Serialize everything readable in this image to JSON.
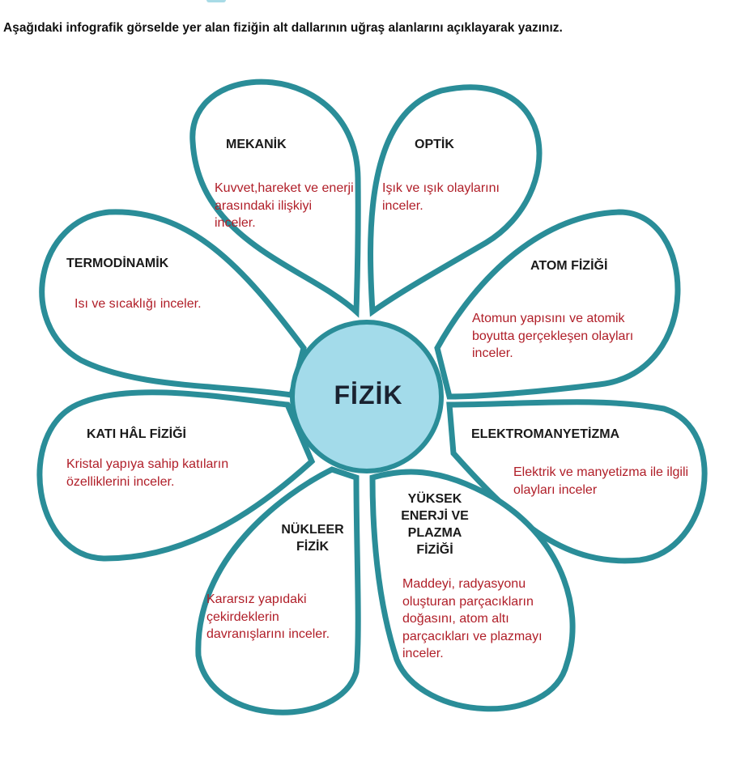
{
  "question": "Aşağıdaki infografik görselde yer alan fiziğin alt dallarının uğraş alanlarını açıklayarak yazınız.",
  "center": {
    "label": "FİZİK"
  },
  "colors": {
    "petal_stroke": "#2a8d98",
    "center_fill": "#a3dbea",
    "description_text": "#b01e28"
  },
  "petals": [
    {
      "title": "MEKANİK",
      "desc": "Kuvvet,hareket ve enerji arasındaki ilişkiyi inceler."
    },
    {
      "title": "OPTİK",
      "desc": "Işık ve ışık olaylarını inceler."
    },
    {
      "title": "ATOM FİZİĞİ",
      "desc": "Atomun yapısını ve atomik boyutta gerçekleşen olayları inceler."
    },
    {
      "title": "ELEKTROMANYETİZMA",
      "desc": "Elektrik ve manyetizma ile ilgili olayları inceler"
    },
    {
      "title": "YÜKSEK ENERJİ VE PLAZMA FİZİĞİ",
      "desc": "Maddeyi, radyasyonu oluşturan parçacıkların doğasını, atom altı parçacıkları ve plazmayı inceler."
    },
    {
      "title": "NÜKLEER FİZİK",
      "desc": "Kararsız yapıdaki çekirdeklerin davranışlarını inceler."
    },
    {
      "title": "KATI HÂL FİZİĞİ",
      "desc": "Kristal yapıya sahip katıların özelliklerini inceler."
    },
    {
      "title": "TERMODİNAMİK",
      "desc": "Isı ve sıcaklığı inceler."
    }
  ]
}
